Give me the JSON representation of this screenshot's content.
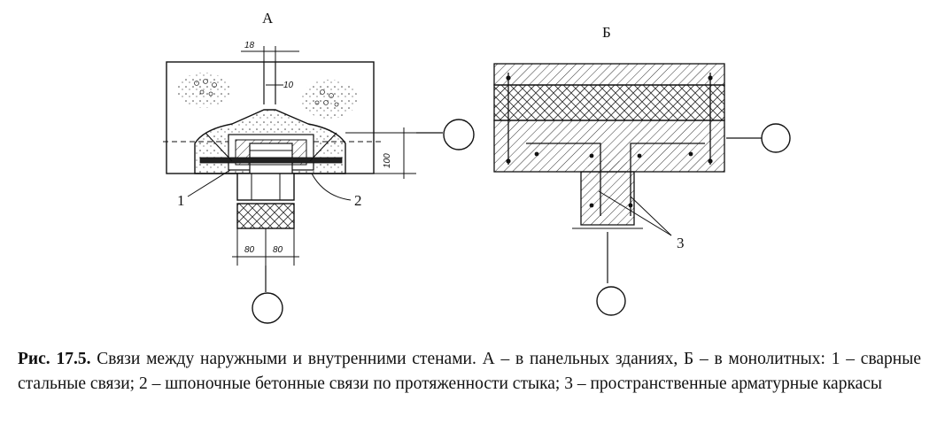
{
  "figure": {
    "panel_a": {
      "letter": "А",
      "dims": {
        "top_gap": "18",
        "inner_gap": "10",
        "height": "100",
        "left_width": "80",
        "right_width": "80"
      },
      "callouts": {
        "welded": "1",
        "keyed": "2"
      }
    },
    "panel_b": {
      "letter": "Б",
      "callouts": {
        "frames": "3"
      }
    }
  },
  "caption": {
    "fig_number": "Рис. 17.5.",
    "text": " Связи между наружными  и внутренними стенами. А – в панельных зданиях, Б – в монолитных: 1 – сварные стальные связи; 2 – шпоночные бетонные связи по протяженности стыка; 3 – пространственные арматурные каркасы"
  }
}
